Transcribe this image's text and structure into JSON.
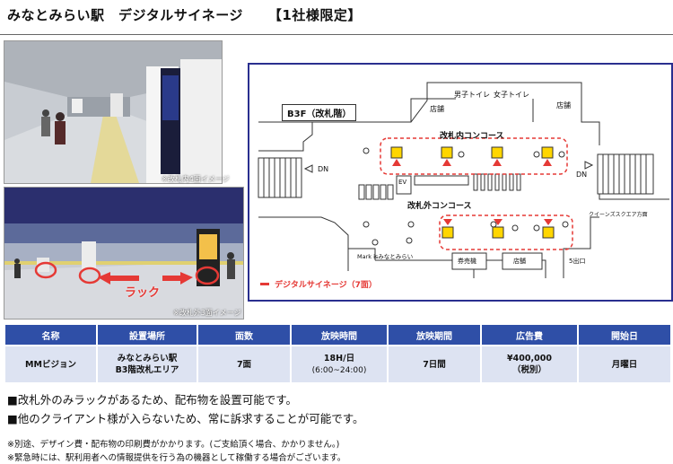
{
  "header": {
    "title": "みなとみらい駅　デジタルサイネージ",
    "limited": "【1社様限定】"
  },
  "photos": {
    "top_caption": "※改札内4面イメージ",
    "bottom_caption": "※改札外3面イメージ",
    "rack_label": "ラック"
  },
  "map": {
    "floor_label": "B3F（改札階）",
    "mens_toilet": "男子トイレ",
    "womens_toilet": "女子トイレ",
    "shop_left": "店舗",
    "shop_right": "店舗",
    "inside_concourse": "改札内コンコース",
    "outside_concourse": "改札外コンコース",
    "dn_left": "DN",
    "dn_right": "DN",
    "ev": "EV",
    "queens": "クイーンズスクエア方面",
    "mark_is": "Mark isみなとみらい",
    "ticket_machine": "券売機",
    "shop_bottom": "店舗",
    "exit5": "5出口",
    "legend": "デジタルサイネージ（7面）",
    "accent_color": "#e53935",
    "screen_color": "#ffd600"
  },
  "table": {
    "headers": [
      "名称",
      "設置場所",
      "面数",
      "放映時間",
      "放映期間",
      "広告費",
      "開始日"
    ],
    "row": {
      "name": "MMビジョン",
      "place1": "みなとみらい駅",
      "place2": "B3階改札エリア",
      "faces": "7面",
      "hours1": "18H/日",
      "hours2": "(6:00~24:00)",
      "period": "7日間",
      "fee1": "¥400,000",
      "fee2": "（税別）",
      "start": "月曜日"
    },
    "header_color": "#2f4fa7",
    "cell_color": "#dde3f2"
  },
  "bullets": [
    "■改札外のみラックがあるため、配布物を設置可能です。",
    "■他のクライアント様が入らないため、常に訴求することが可能です。"
  ],
  "notes": [
    "※別途、デザイン費・配布物の印刷費がかかります。(ご支給頂く場合、かかりません。)",
    "※緊急時には、駅利用者への情報提供を行う為の機器として稼働する場合がございます。"
  ]
}
